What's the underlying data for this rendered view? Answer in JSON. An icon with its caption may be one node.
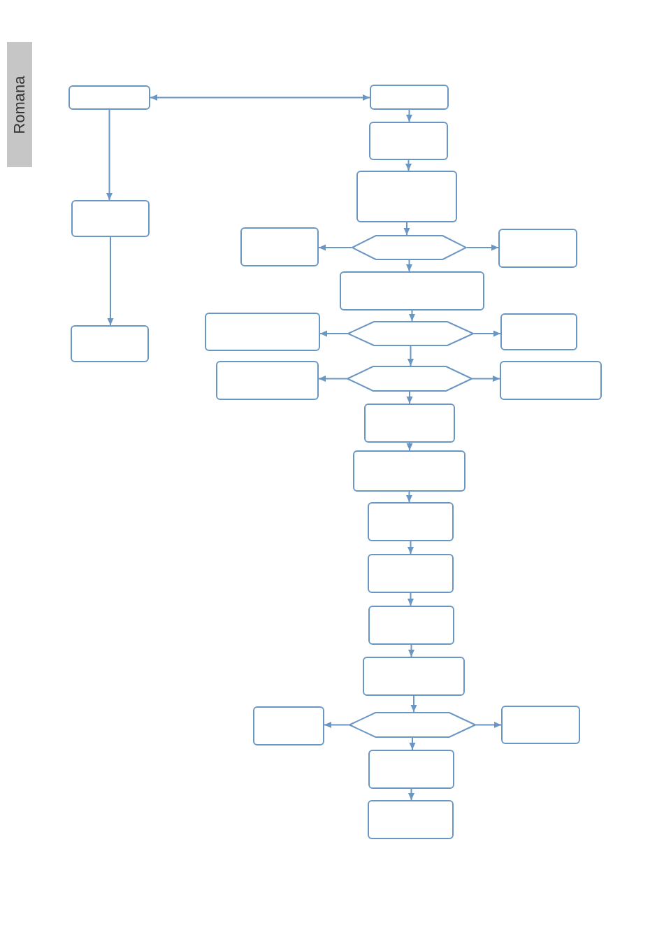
{
  "diagram": {
    "nodes": [
      {
        "text": [
          "Romana"
        ]
      },
      {
        "text": [],
        "shape": "box"
      },
      {
        "text": [],
        "shape": "box"
      },
      {
        "text": [],
        "shape": "box"
      },
      {
        "text": [],
        "shape": "box"
      },
      {
        "text": [],
        "shape": "box"
      },
      {
        "text": [],
        "shape": "box"
      },
      {
        "text": [],
        "shape": "box"
      },
      {
        "text": [],
        "shape": "hexagon"
      },
      {
        "text": [],
        "shape": "box"
      },
      {
        "text": [],
        "shape": "box"
      },
      {
        "text": [],
        "shape": "box"
      },
      {
        "text": [],
        "shape": "hexagon"
      },
      {
        "text": [],
        "shape": "box"
      },
      {
        "text": [],
        "shape": "box"
      },
      {
        "text": [],
        "shape": "hexagon"
      },
      {
        "text": [],
        "shape": "box"
      },
      {
        "text": [],
        "shape": "box"
      },
      {
        "text": [],
        "shape": "box"
      },
      {
        "text": [],
        "shape": "box"
      },
      {
        "text": [],
        "shape": "box"
      },
      {
        "text": [],
        "shape": "box"
      },
      {
        "text": [],
        "shape": "box"
      },
      {
        "text": [],
        "shape": "box"
      },
      {
        "text": [],
        "shape": "hexagon"
      },
      {
        "text": [],
        "shape": "box"
      },
      {
        "text": [],
        "shape": "box"
      },
      {
        "text": [],
        "shape": "box"
      }
    ],
    "edges": [
      {
        "from": 1,
        "to": 4,
        "arrow": "both"
      },
      {
        "from": 1,
        "to": 2,
        "arrow": "to"
      },
      {
        "from": 2,
        "to": 3,
        "arrow": "to"
      },
      {
        "from": 4,
        "to": 5,
        "arrow": "to"
      },
      {
        "from": 5,
        "to": 6,
        "arrow": "to"
      },
      {
        "from": 6,
        "to": 8,
        "arrow": "to"
      },
      {
        "from": 8,
        "to": 7,
        "arrow": "to"
      },
      {
        "from": 8,
        "to": 9,
        "arrow": "to"
      },
      {
        "from": 8,
        "to": 10,
        "arrow": "to"
      },
      {
        "from": 10,
        "to": 12,
        "arrow": "to"
      },
      {
        "from": 12,
        "to": 11,
        "arrow": "to"
      },
      {
        "from": 12,
        "to": 13,
        "arrow": "to"
      },
      {
        "from": 12,
        "to": 15,
        "arrow": "to"
      },
      {
        "from": 15,
        "to": 14,
        "arrow": "to"
      },
      {
        "from": 15,
        "to": 16,
        "arrow": "to"
      },
      {
        "from": 15,
        "to": 17,
        "arrow": "to"
      },
      {
        "from": 17,
        "to": 18,
        "arrow": "to"
      },
      {
        "from": 18,
        "to": 19,
        "arrow": "to"
      },
      {
        "from": 19,
        "to": 20,
        "arrow": "to"
      },
      {
        "from": 20,
        "to": 21,
        "arrow": "to"
      },
      {
        "from": 21,
        "to": 22,
        "arrow": "to"
      },
      {
        "from": 22,
        "to": 24,
        "arrow": "to"
      },
      {
        "from": 24,
        "to": 23,
        "arrow": "to"
      },
      {
        "from": 24,
        "to": 25,
        "arrow": "to"
      },
      {
        "from": 24,
        "to": 26,
        "arrow": "to"
      },
      {
        "from": 26,
        "to": 27,
        "arrow": "to"
      }
    ]
  }
}
